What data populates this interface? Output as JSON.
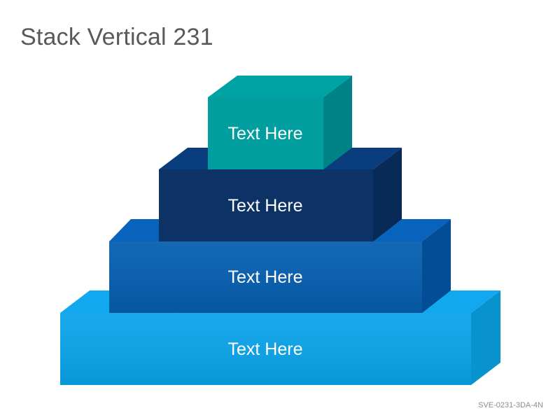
{
  "title": "Stack Vertical 231",
  "code": "SVE-0231-3DA-4N",
  "blocks": [
    {
      "label": "Text Here",
      "front": "#009e9f",
      "top": "#00a3a4",
      "side": "#008387"
    },
    {
      "label": "Text Here",
      "front": "#0c3266",
      "top": "#0a3d7d",
      "side": "#072a57"
    },
    {
      "label": "Text Here",
      "front": "#055eaf",
      "top": "#0863bd",
      "side": "#034c96"
    },
    {
      "label": "Text Here",
      "front": "#0aa4eb",
      "top": "#12a8f0",
      "side": "#0893cf"
    }
  ]
}
